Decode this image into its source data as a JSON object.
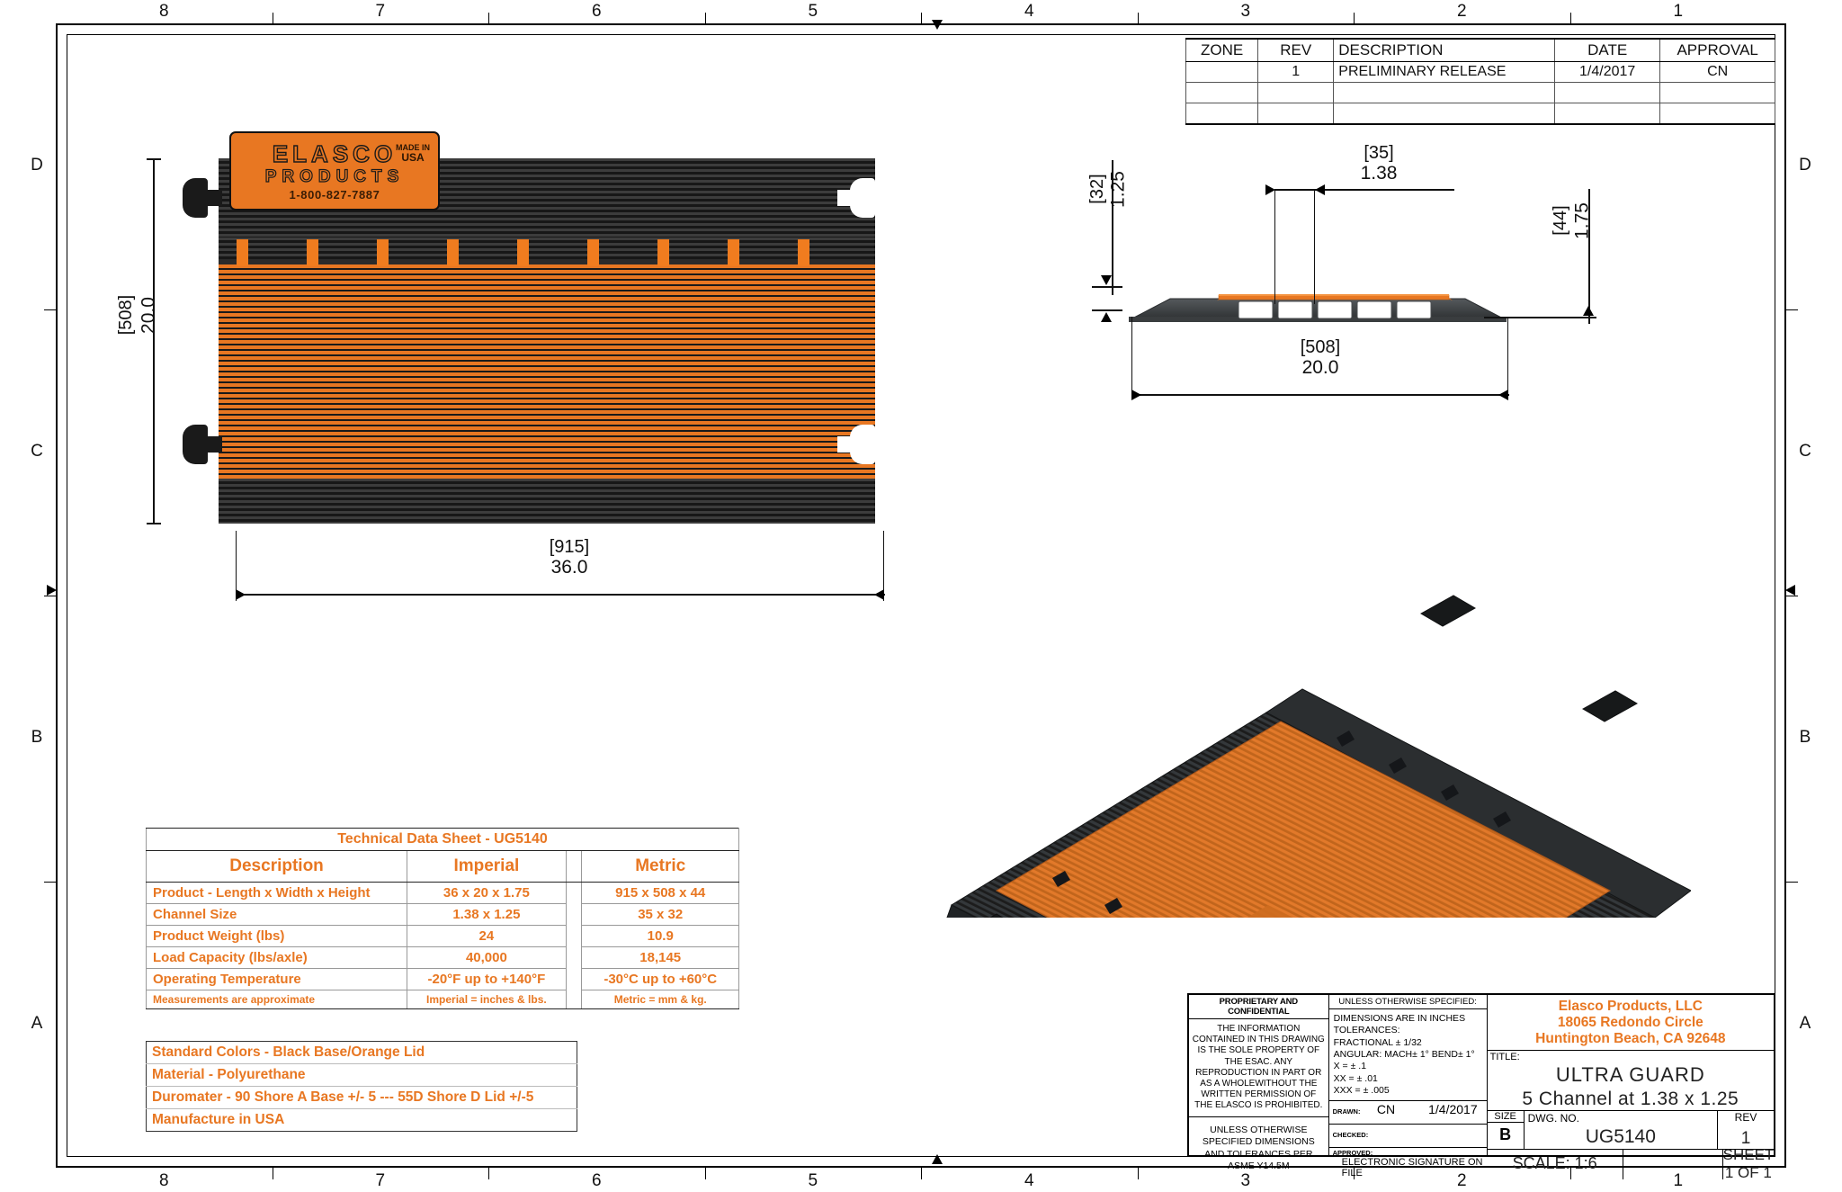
{
  "sheet": {
    "zones_top": [
      "8",
      "7",
      "6",
      "5",
      "4",
      "3",
      "2",
      "1"
    ],
    "zones_bottom": [
      "8",
      "7",
      "6",
      "5",
      "4",
      "3",
      "2",
      "1"
    ],
    "zones_left": [
      "D",
      "C",
      "B",
      "A"
    ],
    "zones_right": [
      "D",
      "C",
      "B",
      "A"
    ]
  },
  "revision_table": {
    "headers": [
      "ZONE",
      "REV",
      "DESCRIPTION",
      "DATE",
      "APPROVAL"
    ],
    "rows": [
      {
        "zone": "",
        "rev": "1",
        "description": "PRELIMINARY RELEASE",
        "date": "1/4/2017",
        "approval": "CN"
      },
      {
        "zone": "",
        "rev": "",
        "description": "",
        "date": "",
        "approval": ""
      },
      {
        "zone": "",
        "rev": "",
        "description": "",
        "date": "",
        "approval": ""
      }
    ]
  },
  "top_view": {
    "dim_width_metric": "[508]",
    "dim_width_imperial": "20.0",
    "dim_length_metric": "[915]",
    "dim_length_imperial": "36.0",
    "logo": {
      "line1": "ELASCO",
      "line2": "PRODUCTS",
      "phone": "1-800-827-7887",
      "made_in": "MADE IN",
      "country": "USA"
    }
  },
  "section_view": {
    "dim_channel_h_metric": "[32]",
    "dim_channel_h_imperial": "1.25",
    "dim_channel_w_metric": "[35]",
    "dim_channel_w_imperial": "1.38",
    "dim_height_metric": "[44]",
    "dim_height_imperial": "1.75",
    "dim_width_metric": "[508]",
    "dim_width_imperial": "20.0",
    "channel_count": 5
  },
  "tech_data_sheet": {
    "title": "Technical Data Sheet - UG5140",
    "headers": [
      "Description",
      "Imperial",
      "Metric"
    ],
    "rows": [
      {
        "description": "Product - Length x Width x Height",
        "imperial": "36 x 20 x 1.75",
        "metric": "915 x 508 x 44"
      },
      {
        "description": "Channel Size",
        "imperial": "1.38 x 1.25",
        "metric": "35 x 32"
      },
      {
        "description": "Product Weight (lbs)",
        "imperial": "24",
        "metric": "10.9"
      },
      {
        "description": "Load Capacity (lbs/axle)",
        "imperial": "40,000",
        "metric": "18,145"
      },
      {
        "description": "Operating Temperature",
        "imperial": "-20°F up to +140°F",
        "metric": "-30°C up to +60°C"
      }
    ],
    "footer": {
      "description": "Measurements are approximate",
      "imperial": "Imperial = inches & lbs.",
      "metric": "Metric = mm & kg."
    }
  },
  "notes": [
    "Standard Colors - Black Base/Orange Lid",
    "Material - Polyurethane",
    "Duromater - 90 Shore A Base +/- 5 --- 55D Shore D Lid +/-5",
    "Manufacture in USA"
  ],
  "title_block": {
    "proprietary_header": "PROPRIETARY AND CONFIDENTIAL",
    "proprietary_body": "THE INFORMATION CONTAINED IN THIS DRAWING IS THE SOLE PROPERTY OF THE ESAC. ANY REPRODUCTION IN PART OR AS A WHOLEWITHOUT THE WRITTEN PERMISSION OF THE ELASCO IS PROHIBITED.",
    "asme_note": "UNLESS OTHERWISE SPECIFIED DIMENSIONS AND TOLERANCES PER ASME Y14.5M",
    "spec_header": "UNLESS OTHERWISE SPECIFIED:",
    "spec_lines": [
      "DIMENSIONS ARE IN INCHES",
      "TOLERANCES:",
      "FRACTIONAL ± 1/32",
      "ANGULAR: MACH± 1° BEND± 1°",
      "X   = ± .1",
      "XX  = ± .01",
      "XXX = ± .005"
    ],
    "drawn_label": "DRAWN:",
    "drawn_by": "CN",
    "drawn_date": "1/4/2017",
    "checked_label": "CHECKED:",
    "checked_by": "",
    "approved_label": "APPROVED:",
    "approved_by": "ELECTRONIC SIGNATURE ON FILE",
    "company_name": "Elasco Products, LLC",
    "company_address": "18065 Redondo Circle",
    "company_city": "Huntington Beach, CA  92648",
    "title_label": "TITLE:",
    "title_line1": "ULTRA GUARD",
    "title_line2": "5 Channel at 1.38 x 1.25",
    "size_label": "SIZE",
    "size_value": "B",
    "dwg_no_label": "DWG. NO.",
    "dwg_no_value": "UG5140",
    "rev_label": "REV",
    "rev_value": "1",
    "scale_label": "SCALE: 1:6",
    "sheet_label": "SHEET 1 OF 1"
  },
  "colors": {
    "orange": "#E87722",
    "orange_light": "#F07C1F",
    "black": "#1a1a1a",
    "dark_gray": "#3c3c3c"
  }
}
